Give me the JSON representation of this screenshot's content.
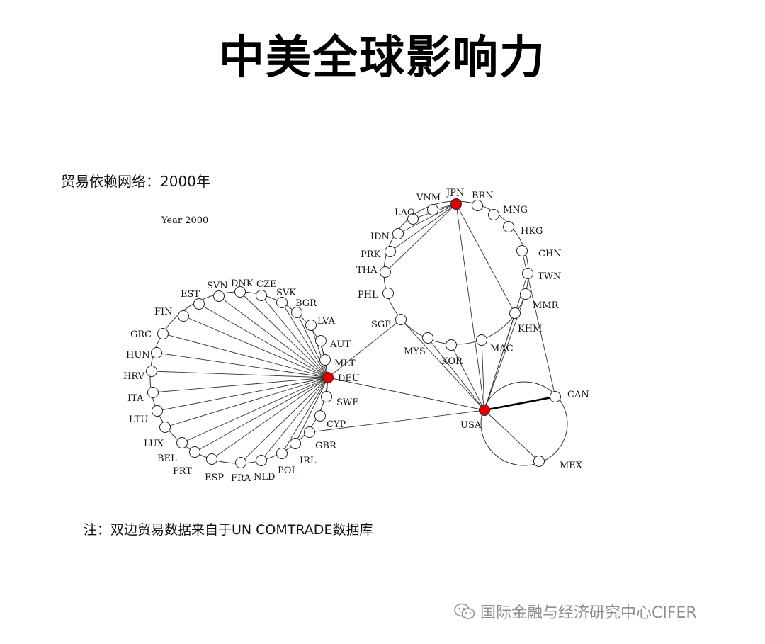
{
  "title": "中美全球影响力",
  "subtitle": "贸易依赖网络：2000年",
  "year_label": "Year 2000",
  "note": "注：双边贸易数据来自于UN COMTRADE数据库",
  "watermark": "国际金融与经济研究中心CIFER",
  "watermark_icon": "wechat-icon",
  "colors": {
    "hub": "#e00000",
    "node": "#ffffff",
    "edge": "#333333"
  },
  "network": {
    "hubs": [
      "DEU",
      "JPN",
      "USA"
    ],
    "nodes": [
      "VNM",
      "JPN",
      "BRN",
      "LAO",
      "MNG",
      "HKG",
      "IDN",
      "PRK",
      "CHN",
      "THA",
      "TWN",
      "PHL",
      "MMR",
      "SGP",
      "KHM",
      "MYS",
      "KOR",
      "MAC",
      "SVN",
      "DNK",
      "CZE",
      "EST",
      "SVK",
      "BGR",
      "FIN",
      "LVA",
      "GRC",
      "AUT",
      "HUN",
      "MLT",
      "DEU",
      "HRV",
      "ITA",
      "SWE",
      "LTU",
      "CYP",
      "LUX",
      "GBR",
      "BEL",
      "IRL",
      "PRT",
      "POL",
      "ESP",
      "FRA",
      "NLD",
      "USA",
      "CAN",
      "MEX"
    ],
    "edges": [
      [
        "DEU",
        "SVN"
      ],
      [
        "DEU",
        "DNK"
      ],
      [
        "DEU",
        "CZE"
      ],
      [
        "DEU",
        "EST"
      ],
      [
        "DEU",
        "SVK"
      ],
      [
        "DEU",
        "BGR"
      ],
      [
        "DEU",
        "FIN"
      ],
      [
        "DEU",
        "LVA"
      ],
      [
        "DEU",
        "GRC"
      ],
      [
        "DEU",
        "AUT"
      ],
      [
        "DEU",
        "HUN"
      ],
      [
        "DEU",
        "MLT"
      ],
      [
        "DEU",
        "HRV"
      ],
      [
        "DEU",
        "ITA"
      ],
      [
        "DEU",
        "LTU"
      ],
      [
        "DEU",
        "LUX"
      ],
      [
        "DEU",
        "BEL"
      ],
      [
        "DEU",
        "PRT"
      ],
      [
        "DEU",
        "POL"
      ],
      [
        "DEU",
        "ESP"
      ],
      [
        "DEU",
        "FRA"
      ],
      [
        "DEU",
        "NLD"
      ],
      [
        "DEU",
        "SWE"
      ],
      [
        "DEU",
        "IRL"
      ],
      [
        "DEU",
        "SGP"
      ],
      [
        "DEU",
        "USA"
      ],
      [
        "JPN",
        "VNM"
      ],
      [
        "JPN",
        "LAO"
      ],
      [
        "JPN",
        "IDN"
      ],
      [
        "JPN",
        "PRK"
      ],
      [
        "JPN",
        "THA"
      ],
      [
        "JPN",
        "USA"
      ],
      [
        "JPN",
        "KHM"
      ],
      [
        "USA",
        "SGP"
      ],
      [
        "USA",
        "MYS"
      ],
      [
        "USA",
        "KOR"
      ],
      [
        "USA",
        "MAC"
      ],
      [
        "USA",
        "MMR"
      ],
      [
        "USA",
        "TWN"
      ],
      [
        "USA",
        "KHM"
      ],
      [
        "USA",
        "GBR"
      ],
      [
        "USA",
        "CAN"
      ],
      [
        "USA",
        "MEX"
      ],
      [
        "CHN",
        "CAN"
      ]
    ],
    "strong_edges": [
      [
        "USA",
        "CAN"
      ]
    ]
  }
}
